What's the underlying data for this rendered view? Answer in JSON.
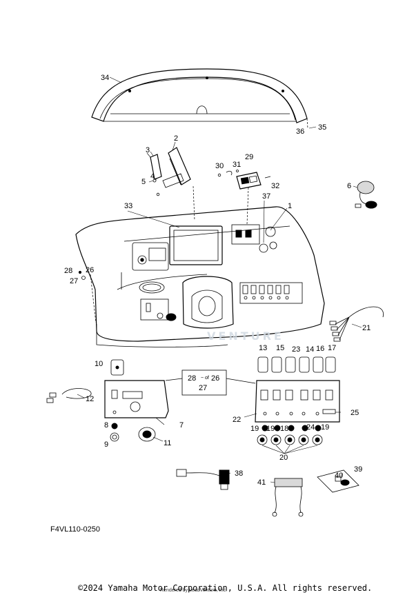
{
  "diagram": {
    "code": "F4VL110-0250",
    "copyright": "©2024 Yamaha Motor Corporation, U.S.A. All rights reserved.",
    "renderer": "Rendered by LeadVenture, Inc.",
    "watermark": "VENTURE",
    "reference_box": {
      "a": "28",
      "b": "26",
      "c": "27"
    },
    "callouts": [
      "34",
      "35",
      "36",
      "2",
      "3",
      "4",
      "5",
      "29",
      "30",
      "31",
      "32",
      "6",
      "33",
      "37",
      "1",
      "28",
      "26",
      "27",
      "21",
      "10",
      "12",
      "13",
      "15",
      "23",
      "14",
      "16",
      "17",
      "22",
      "25",
      "8",
      "7",
      "9",
      "11",
      "19",
      "19",
      "18",
      "24",
      "19",
      "20",
      "38",
      "39",
      "40",
      "41"
    ]
  }
}
